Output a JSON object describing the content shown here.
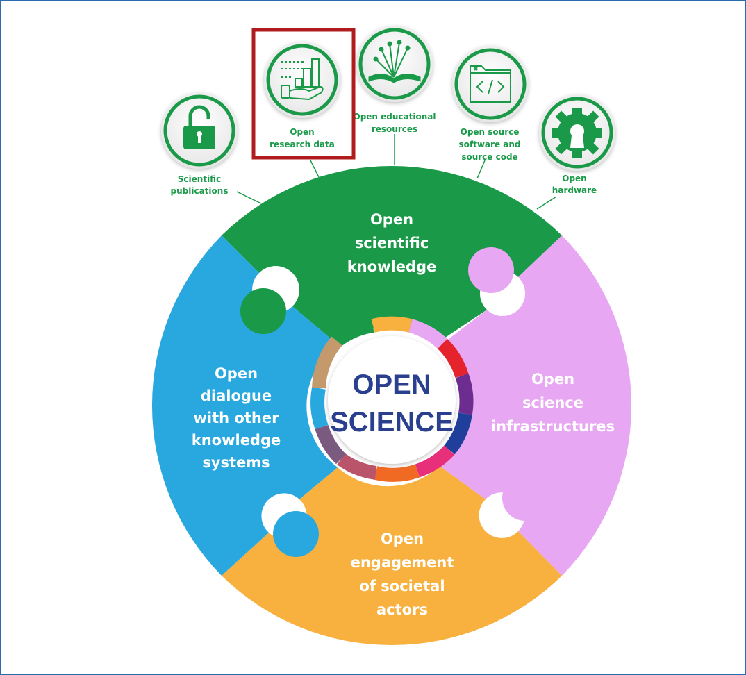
{
  "center": {
    "line1": "OPEN",
    "line2": "SCIENCE"
  },
  "segments": {
    "top": {
      "lines": [
        "Open",
        "scientific",
        "knowledge"
      ]
    },
    "left": {
      "lines": [
        "Open",
        "dialogue",
        "with other",
        "knowledge",
        "systems"
      ]
    },
    "right": {
      "lines": [
        "Open",
        "science",
        "infrastructures"
      ]
    },
    "bottom": {
      "lines": [
        "Open",
        "engagement",
        "of societal",
        "actors"
      ]
    }
  },
  "subitems": [
    {
      "id": "scientific-publications",
      "icon": "unlock-icon",
      "lines": [
        "Scientific",
        "publications"
      ]
    },
    {
      "id": "open-research-data",
      "icon": "data-hand-icon",
      "lines": [
        "Open",
        "research data"
      ],
      "highlighted": true
    },
    {
      "id": "open-educational-resources",
      "icon": "book-icon",
      "lines": [
        "Open educational",
        "resources"
      ]
    },
    {
      "id": "open-source-software",
      "icon": "code-folder-icon",
      "lines": [
        "Open source",
        "software and",
        "source code"
      ]
    },
    {
      "id": "open-hardware",
      "icon": "open-hardware-gear-icon",
      "lines": [
        "Open",
        "hardware"
      ]
    }
  ],
  "colors": {
    "green": "#1a9a48",
    "blue": "#29a8e0",
    "pink": "#e8a7f2",
    "orange": "#f8b03e",
    "center_text": "#2b3f8f",
    "highlight_box": "#b01c1c"
  }
}
